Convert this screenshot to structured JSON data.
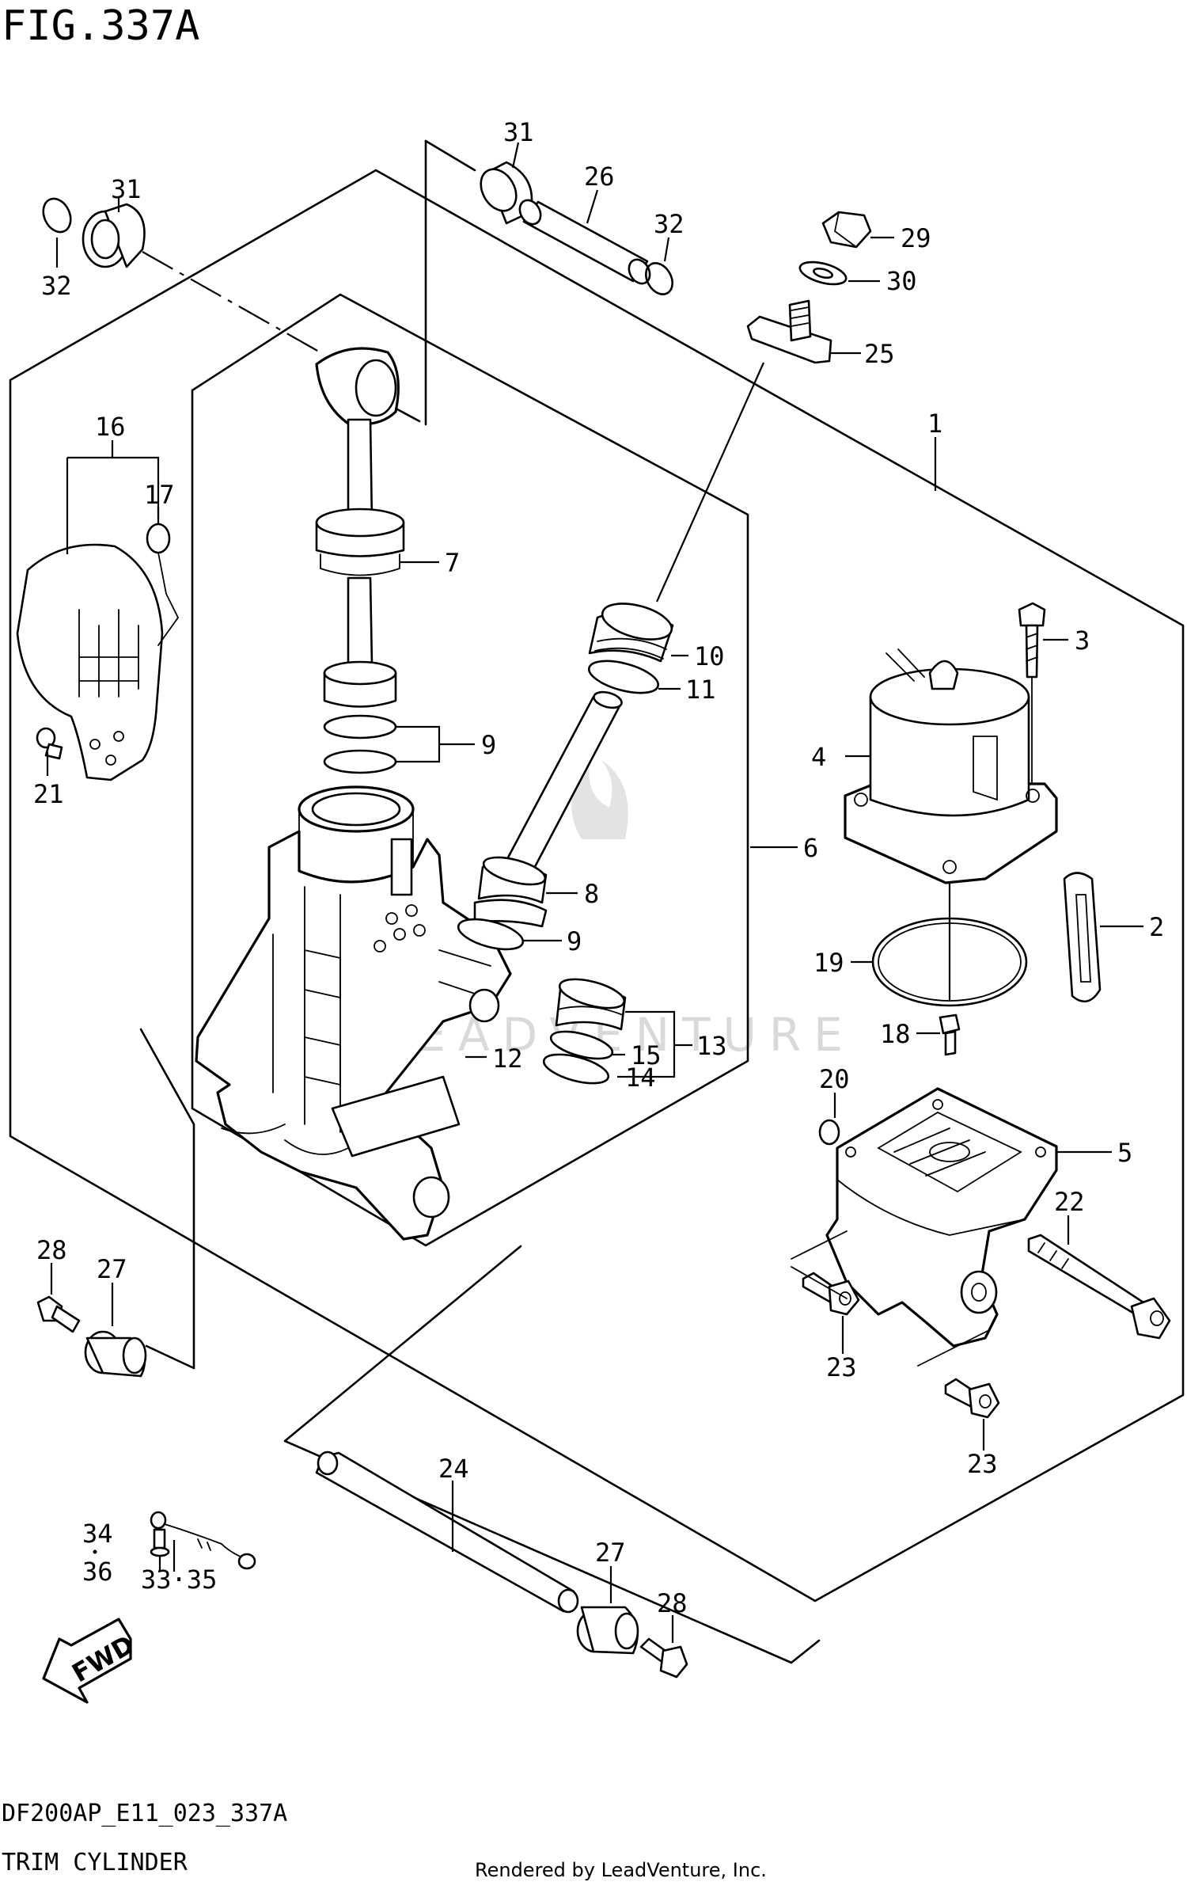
{
  "figure": {
    "title": "FIG.337A",
    "model_code": "DF200AP_E11_023_337A",
    "section_name": "TRIM CYLINDER",
    "credit": "Rendered by LeadVenture, Inc.",
    "watermark": "LEADVENTURE",
    "direction_badge": "FWD"
  },
  "callouts": {
    "c1": "1",
    "c2": "2",
    "c3": "3",
    "c4": "4",
    "c5": "5",
    "c6": "6",
    "c7": "7",
    "c8": "8",
    "c9a": "9",
    "c9b": "9",
    "c10": "10",
    "c11": "11",
    "c12": "12",
    "c13": "13",
    "c14": "14",
    "c15": "15",
    "c16": "16",
    "c17": "17",
    "c18": "18",
    "c19": "19",
    "c20": "20",
    "c21": "21",
    "c22": "22",
    "c23a": "23",
    "c23b": "23",
    "c24": "24",
    "c25": "25",
    "c26": "26",
    "c27a": "27",
    "c27b": "27",
    "c28a": "28",
    "c28b": "28",
    "c29": "29",
    "c30": "30",
    "c31a": "31",
    "c31b": "31",
    "c32a": "32",
    "c32b": "32",
    "c34": "34",
    "c36": "36",
    "c3335": "33·35"
  },
  "colors": {
    "line": "#000000",
    "background": "#ffffff",
    "watermark": "#d9d9d9"
  }
}
